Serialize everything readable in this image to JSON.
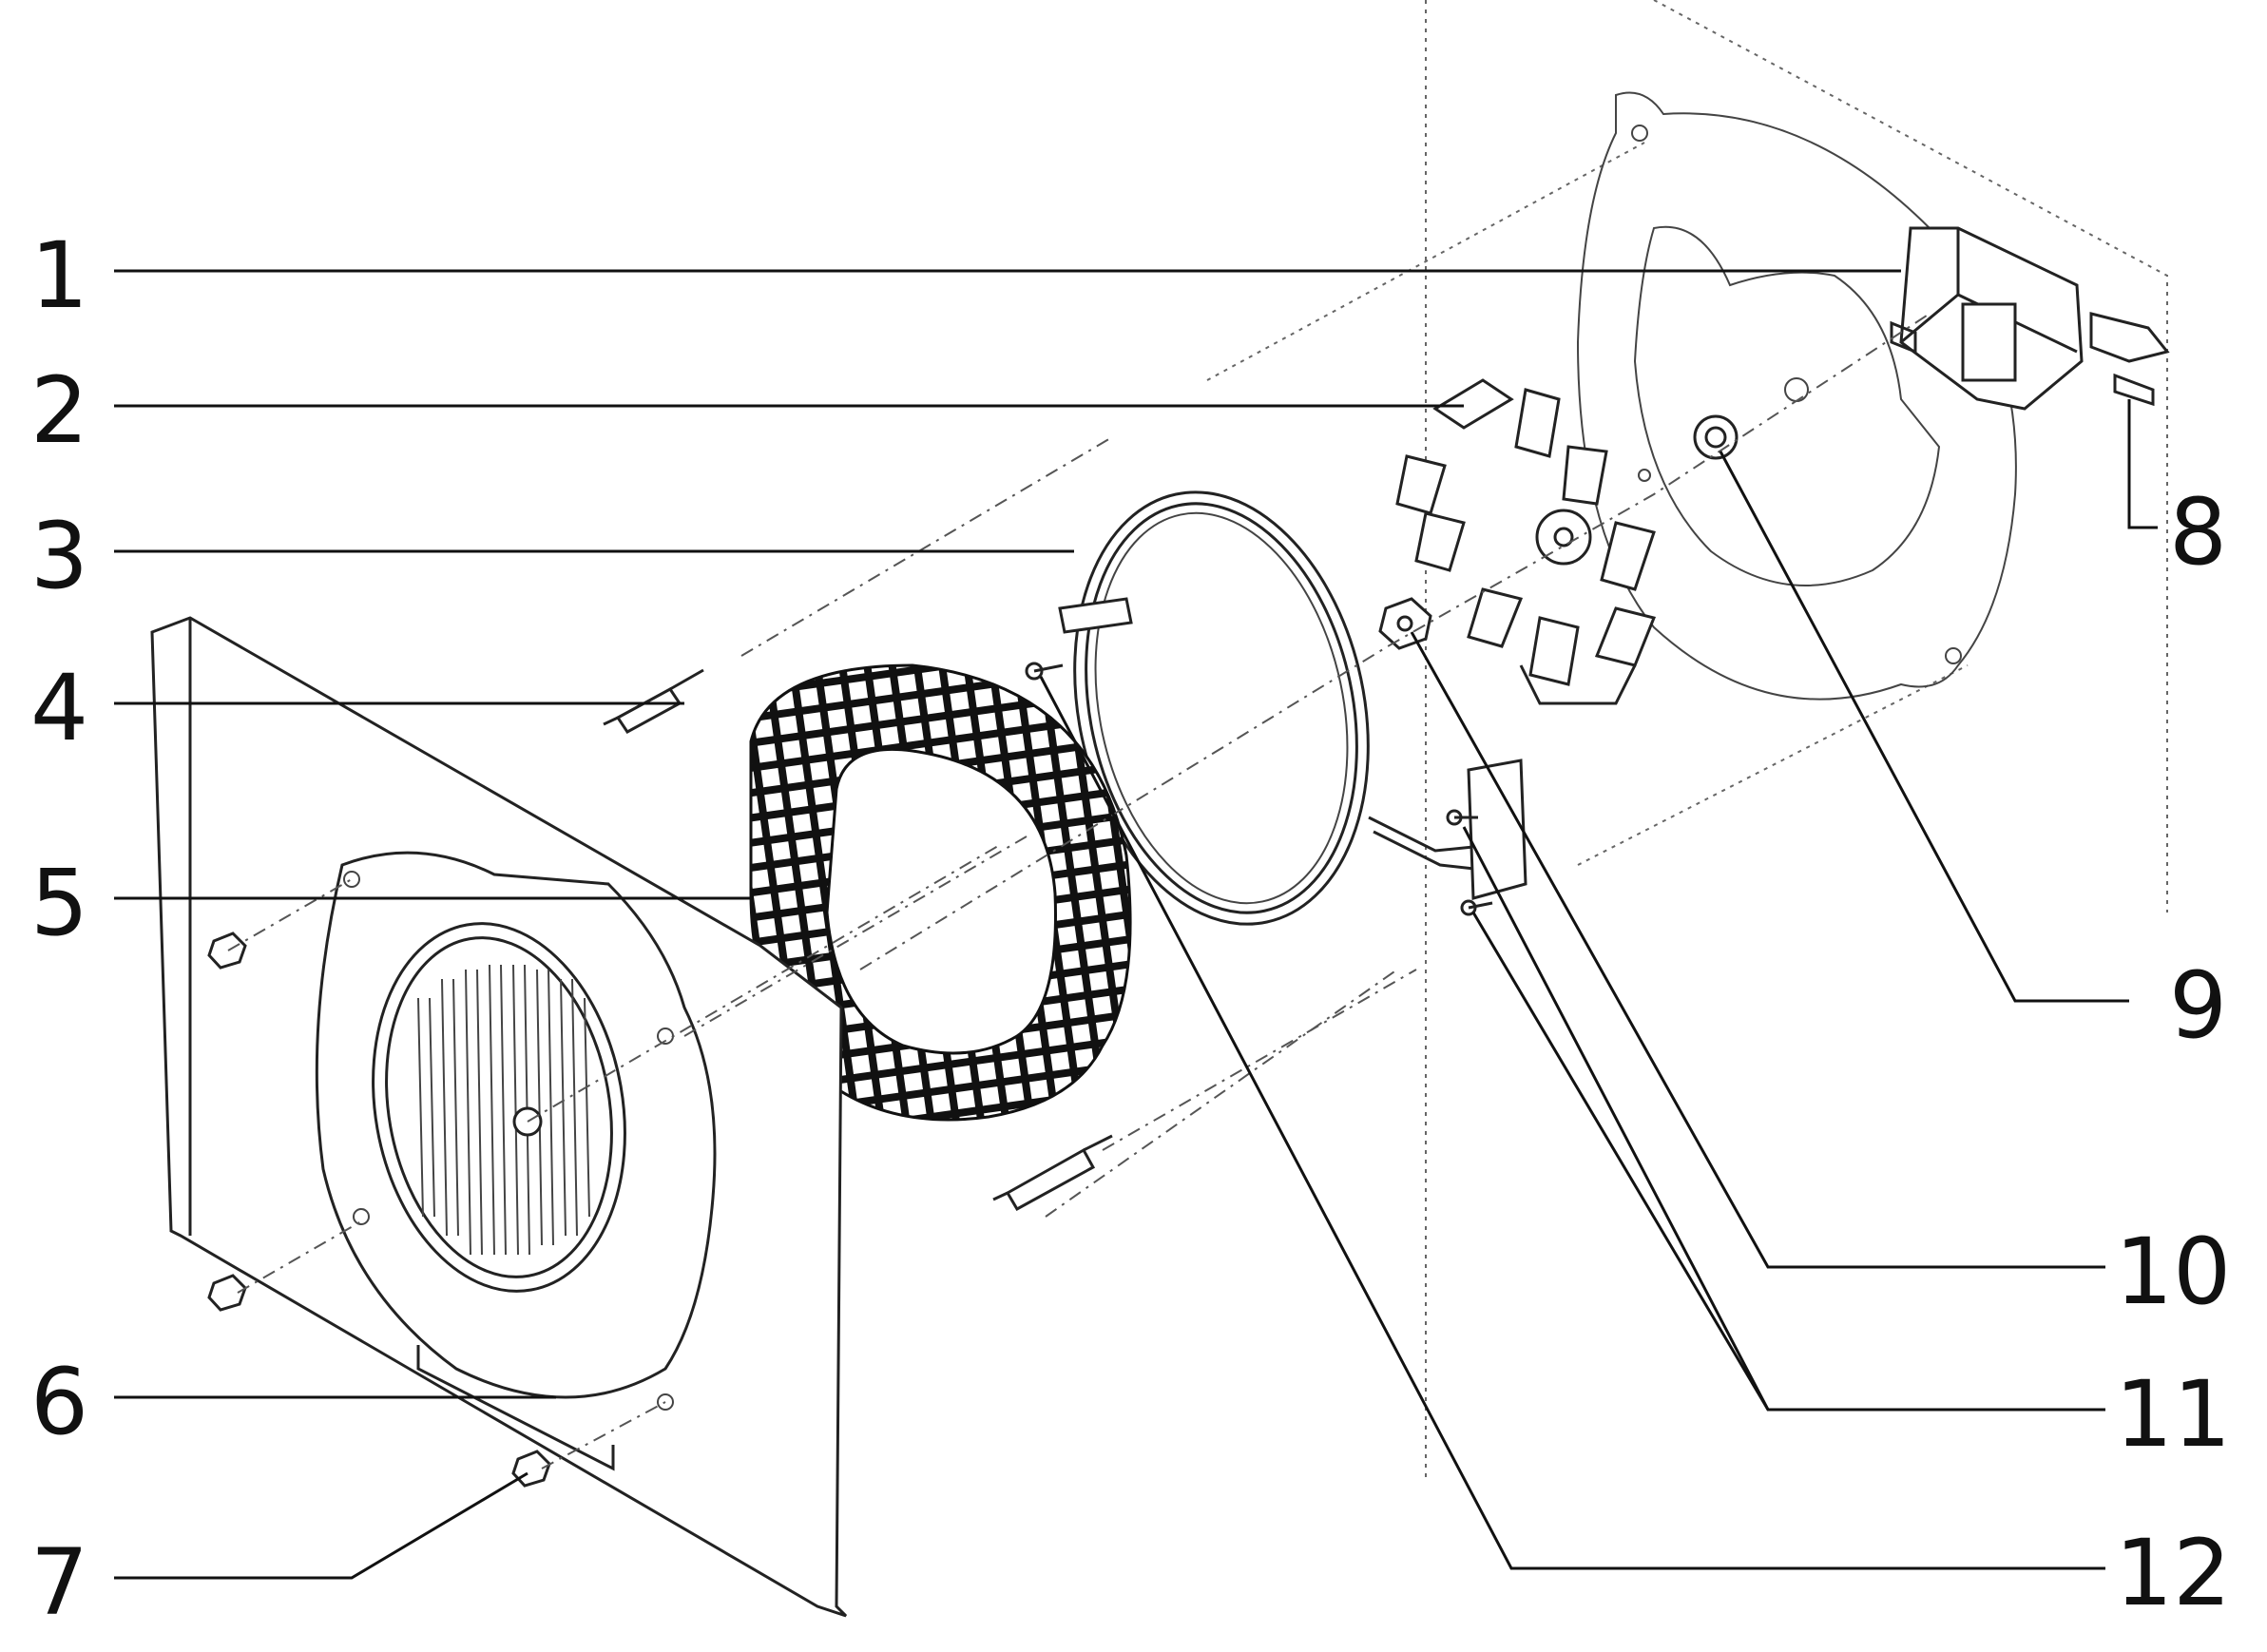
{
  "callouts": [
    {
      "id": "1",
      "label": "1"
    },
    {
      "id": "2",
      "label": "2"
    },
    {
      "id": "3",
      "label": "3"
    },
    {
      "id": "4",
      "label": "4"
    },
    {
      "id": "5",
      "label": "5"
    },
    {
      "id": "6",
      "label": "6"
    },
    {
      "id": "7",
      "label": "7"
    },
    {
      "id": "8",
      "label": "8"
    },
    {
      "id": "9",
      "label": "9"
    },
    {
      "id": "10",
      "label": "10"
    },
    {
      "id": "11",
      "label": "11"
    },
    {
      "id": "12",
      "label": "12"
    }
  ],
  "colors": {
    "line": "#222222",
    "insulation": "#111111",
    "background": "#ffffff"
  }
}
